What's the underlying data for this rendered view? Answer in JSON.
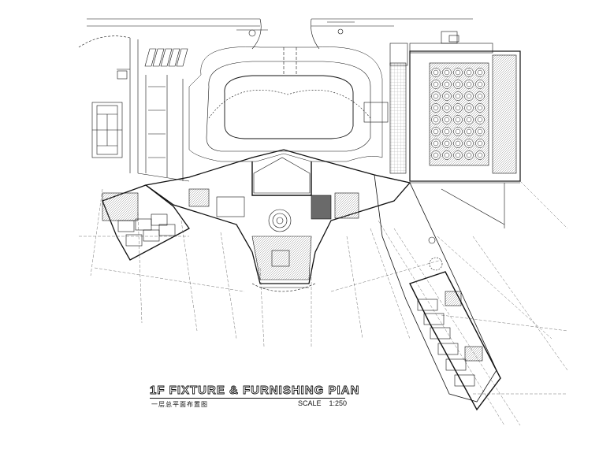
{
  "drawing": {
    "title_en": "1F FIXTURE & FURNISHING PIAN",
    "title_cn": "一层总平面布置图",
    "scale_label": "SCALE",
    "scale_value": "1:250"
  },
  "colors": {
    "line": "#111111",
    "hatch": "#444444",
    "background": "#ffffff"
  }
}
